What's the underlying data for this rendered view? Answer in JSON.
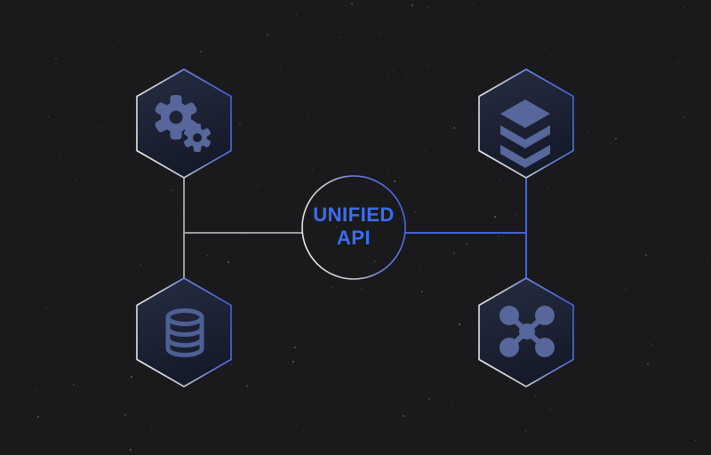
{
  "diagram": {
    "center": {
      "label_line1": "UNIFIED",
      "label_line2": "API"
    },
    "nodes": [
      {
        "position": "top-left",
        "icon": "gears-icon"
      },
      {
        "position": "bottom-left",
        "icon": "database-icon"
      },
      {
        "position": "top-right",
        "icon": "layers-icon"
      },
      {
        "position": "bottom-right",
        "icon": "network-hub-icon"
      }
    ]
  },
  "palette": {
    "background": "#1a1a1c",
    "accent_blue": "#3b6df2",
    "line_gray": "#9ea0a4",
    "line_blue": "#4463d8",
    "stroke_silver": "#e9ebee",
    "stroke_blue": "#4565e8",
    "hex_fill_top": "#252c41",
    "hex_fill_bottom": "#141927",
    "icon_slate": "#57679c",
    "icon_slate_dim": "#4e5f93"
  }
}
